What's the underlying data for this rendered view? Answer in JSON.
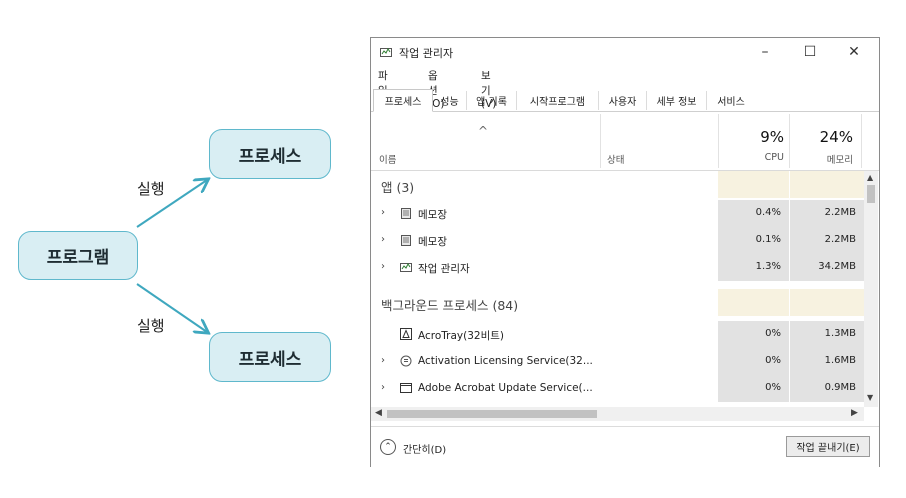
{
  "diagram": {
    "program": "프로그램",
    "process_top": "프로세스",
    "process_bottom": "프로세스",
    "run_label_top": "실행",
    "run_label_bottom": "실행"
  },
  "window": {
    "title": "작업 관리자",
    "controls": {
      "minimize": "–",
      "maximize": "☐",
      "close": "✕"
    },
    "menu": [
      "파일(F)",
      "옵션(O)",
      "보기(V)"
    ],
    "tabs": [
      "프로세스",
      "성능",
      "앱 기록",
      "시작프로그램",
      "사용자",
      "세부 정보",
      "서비스"
    ],
    "active_tab": "프로세스",
    "columns": {
      "name": "이름",
      "status": "상태",
      "cpu_percent": "9%",
      "cpu_label": "CPU",
      "mem_percent": "24%",
      "mem_label": "메모리"
    },
    "groups": [
      {
        "title": "앱 (3)",
        "rows": [
          {
            "expander": "›",
            "icon": "notepad-icon",
            "name": "메모장",
            "cpu": "0.4%",
            "mem": "2.2MB"
          },
          {
            "expander": "›",
            "icon": "notepad-icon",
            "name": "메모장",
            "cpu": "0.1%",
            "mem": "2.2MB"
          },
          {
            "expander": "›",
            "icon": "task-manager-icon",
            "name": "작업 관리자",
            "cpu": "1.3%",
            "mem": "34.2MB"
          }
        ]
      },
      {
        "title": "백그라운드 프로세스 (84)",
        "rows": [
          {
            "expander": "",
            "icon": "acrotray-icon",
            "name": "AcroTray(32비트)",
            "cpu": "0%",
            "mem": "1.3MB"
          },
          {
            "expander": "›",
            "icon": "service-icon",
            "name": "Activation Licensing Service(32...",
            "cpu": "0%",
            "mem": "1.6MB"
          },
          {
            "expander": "›",
            "icon": "window-icon",
            "name": "Adobe Acrobat Update Service(...",
            "cpu": "0%",
            "mem": "0.9MB"
          }
        ]
      }
    ],
    "footer": {
      "fewer_details": "간단히(D)",
      "end_task": "작업 끝내기(E)"
    },
    "colors": {
      "diagram_fill": "#d9eef3",
      "diagram_border": "#5fb8cc",
      "arrow": "#3fa8bf",
      "cpu_cell": "#e2e2e2"
    }
  }
}
